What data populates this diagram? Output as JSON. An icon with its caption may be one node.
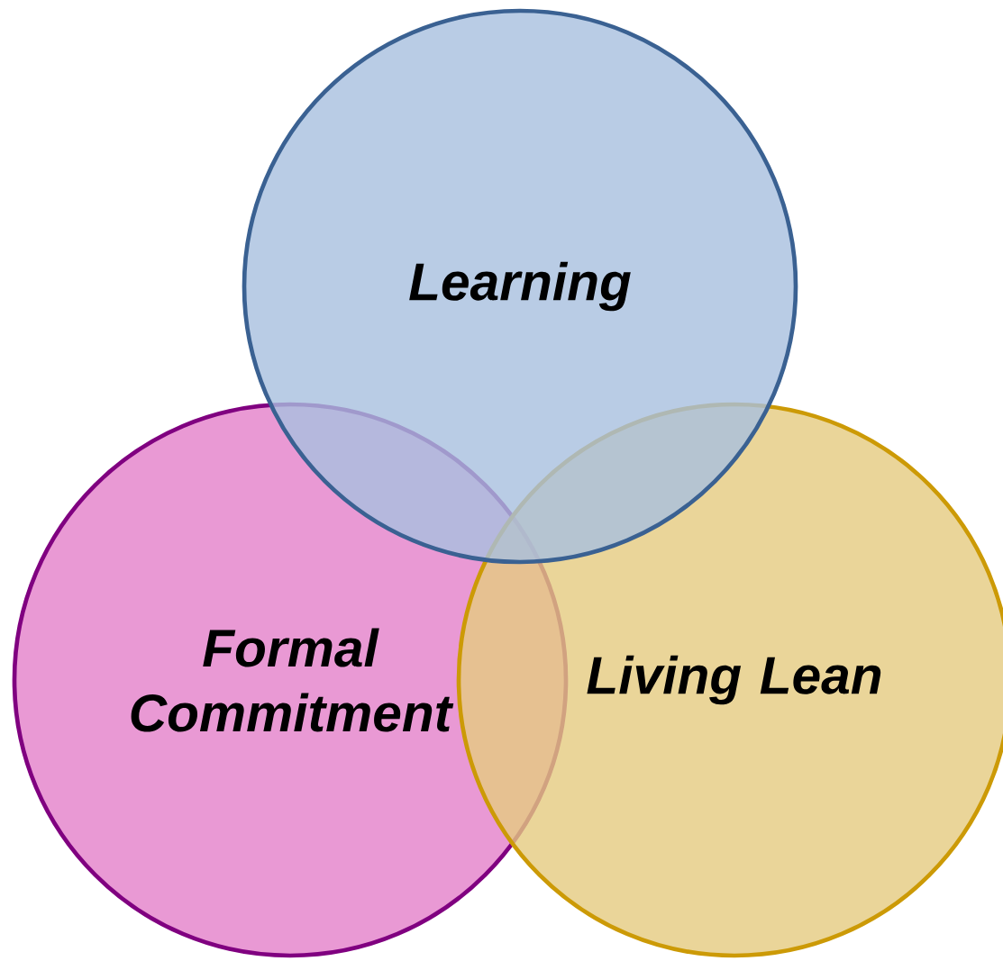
{
  "diagram": {
    "nodes": [
      {
        "text": [
          "Learning"
        ]
      },
      {
        "text": [
          "Formal Commitment"
        ]
      },
      {
        "text": [
          "Living Lean"
        ]
      }
    ]
  }
}
